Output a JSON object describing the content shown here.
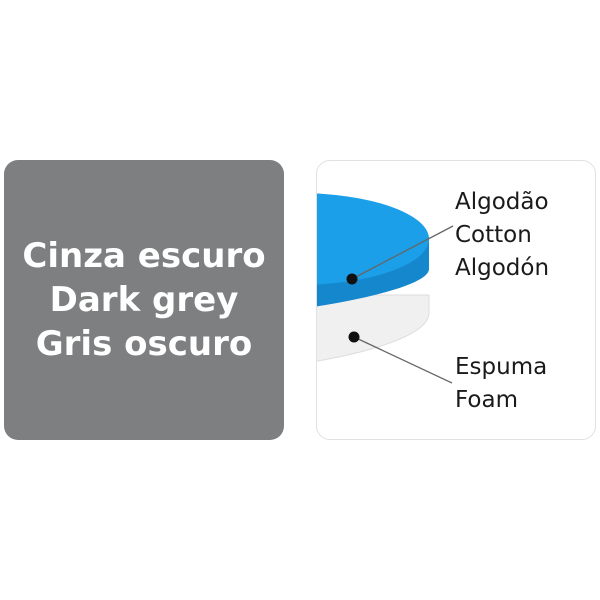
{
  "swatch": {
    "color": "#7d7f80",
    "lines": [
      "Cinza escuro",
      "Dark grey",
      "Gris oscuro"
    ]
  },
  "diagram": {
    "cotton_color": "#1b9fe8",
    "cotton_edge_color": "#1587cc",
    "foam_color": "#f0f0f0",
    "cotton_lines": [
      "Algodão",
      "Cotton",
      "Algodón"
    ],
    "foam_lines": [
      "Espuma",
      "Foam"
    ]
  }
}
